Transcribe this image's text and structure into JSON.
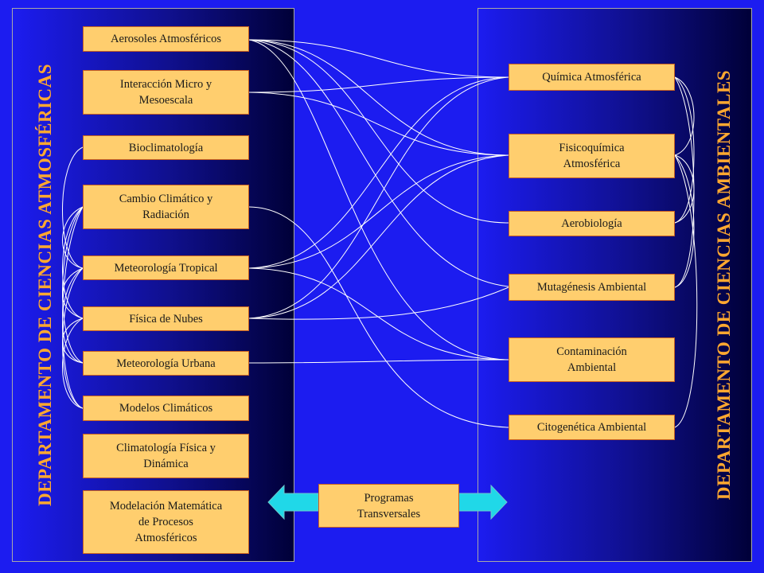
{
  "left_department": {
    "title": "DEPARTAMENTO DE CIENCIAS ATMOSFÉRICAS",
    "units": [
      "Aerosoles Atmosféricos",
      "Interacción Micro y\nMesoescala",
      "Bioclimatología",
      "Cambio Climático y\nRadiación",
      "Meteorología Tropical",
      "Física de Nubes",
      "Meteorología Urbana",
      "Modelos Climáticos",
      "Climatología Física y\nDinámica",
      "Modelación Matemática\nde Procesos\nAtmosféricos"
    ]
  },
  "right_department": {
    "title": "DEPARTAMENTO DE CIENCIAS AMBIENTALES",
    "units": [
      "Química Atmosférica",
      "Fisicoquímica\nAtmosférica",
      "Aerobiología",
      "Mutagénesis Ambiental",
      "Contaminación\nAmbiental",
      "Citogenética Ambiental"
    ]
  },
  "center": {
    "label": "Programas\nTransversales"
  },
  "colors": {
    "background": "#1c1cf0",
    "box_fill": "#ffce6e",
    "box_border": "#c86020",
    "title_text": "#ffa830",
    "arrow_fill": "#20d8e8",
    "connector": "#ffffff"
  }
}
